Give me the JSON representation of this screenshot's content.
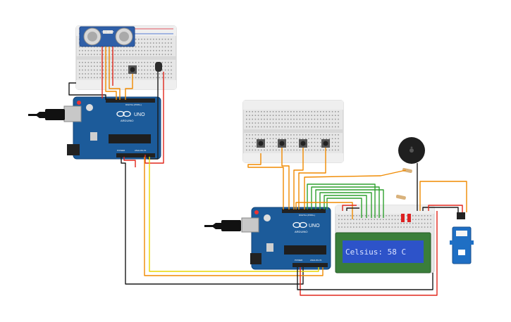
{
  "sensor": {
    "label": "HC-SR04"
  },
  "arduino_top": {
    "brand": "ARDUINO",
    "model": "UNO",
    "digital_label": "DIGITAL (PWM~)",
    "analog_label": "ANALOG IN",
    "power_label": "POWER"
  },
  "arduino_bottom": {
    "brand": "ARDUINO",
    "model": "UNO",
    "digital_label": "DIGITAL (PWM~)",
    "analog_label": "ANALOG IN",
    "power_label": "POWER"
  },
  "lcd": {
    "text": "Celsius: 58 C"
  },
  "colors": {
    "wire_black": "#1a1a1a",
    "wire_red": "#e0261b",
    "wire_orange": "#f08a00",
    "wire_yellow": "#e8d600",
    "wire_green": "#2fa12f",
    "board_blue": "#1c5b9a",
    "lcd_blue": "#2d53c9"
  }
}
